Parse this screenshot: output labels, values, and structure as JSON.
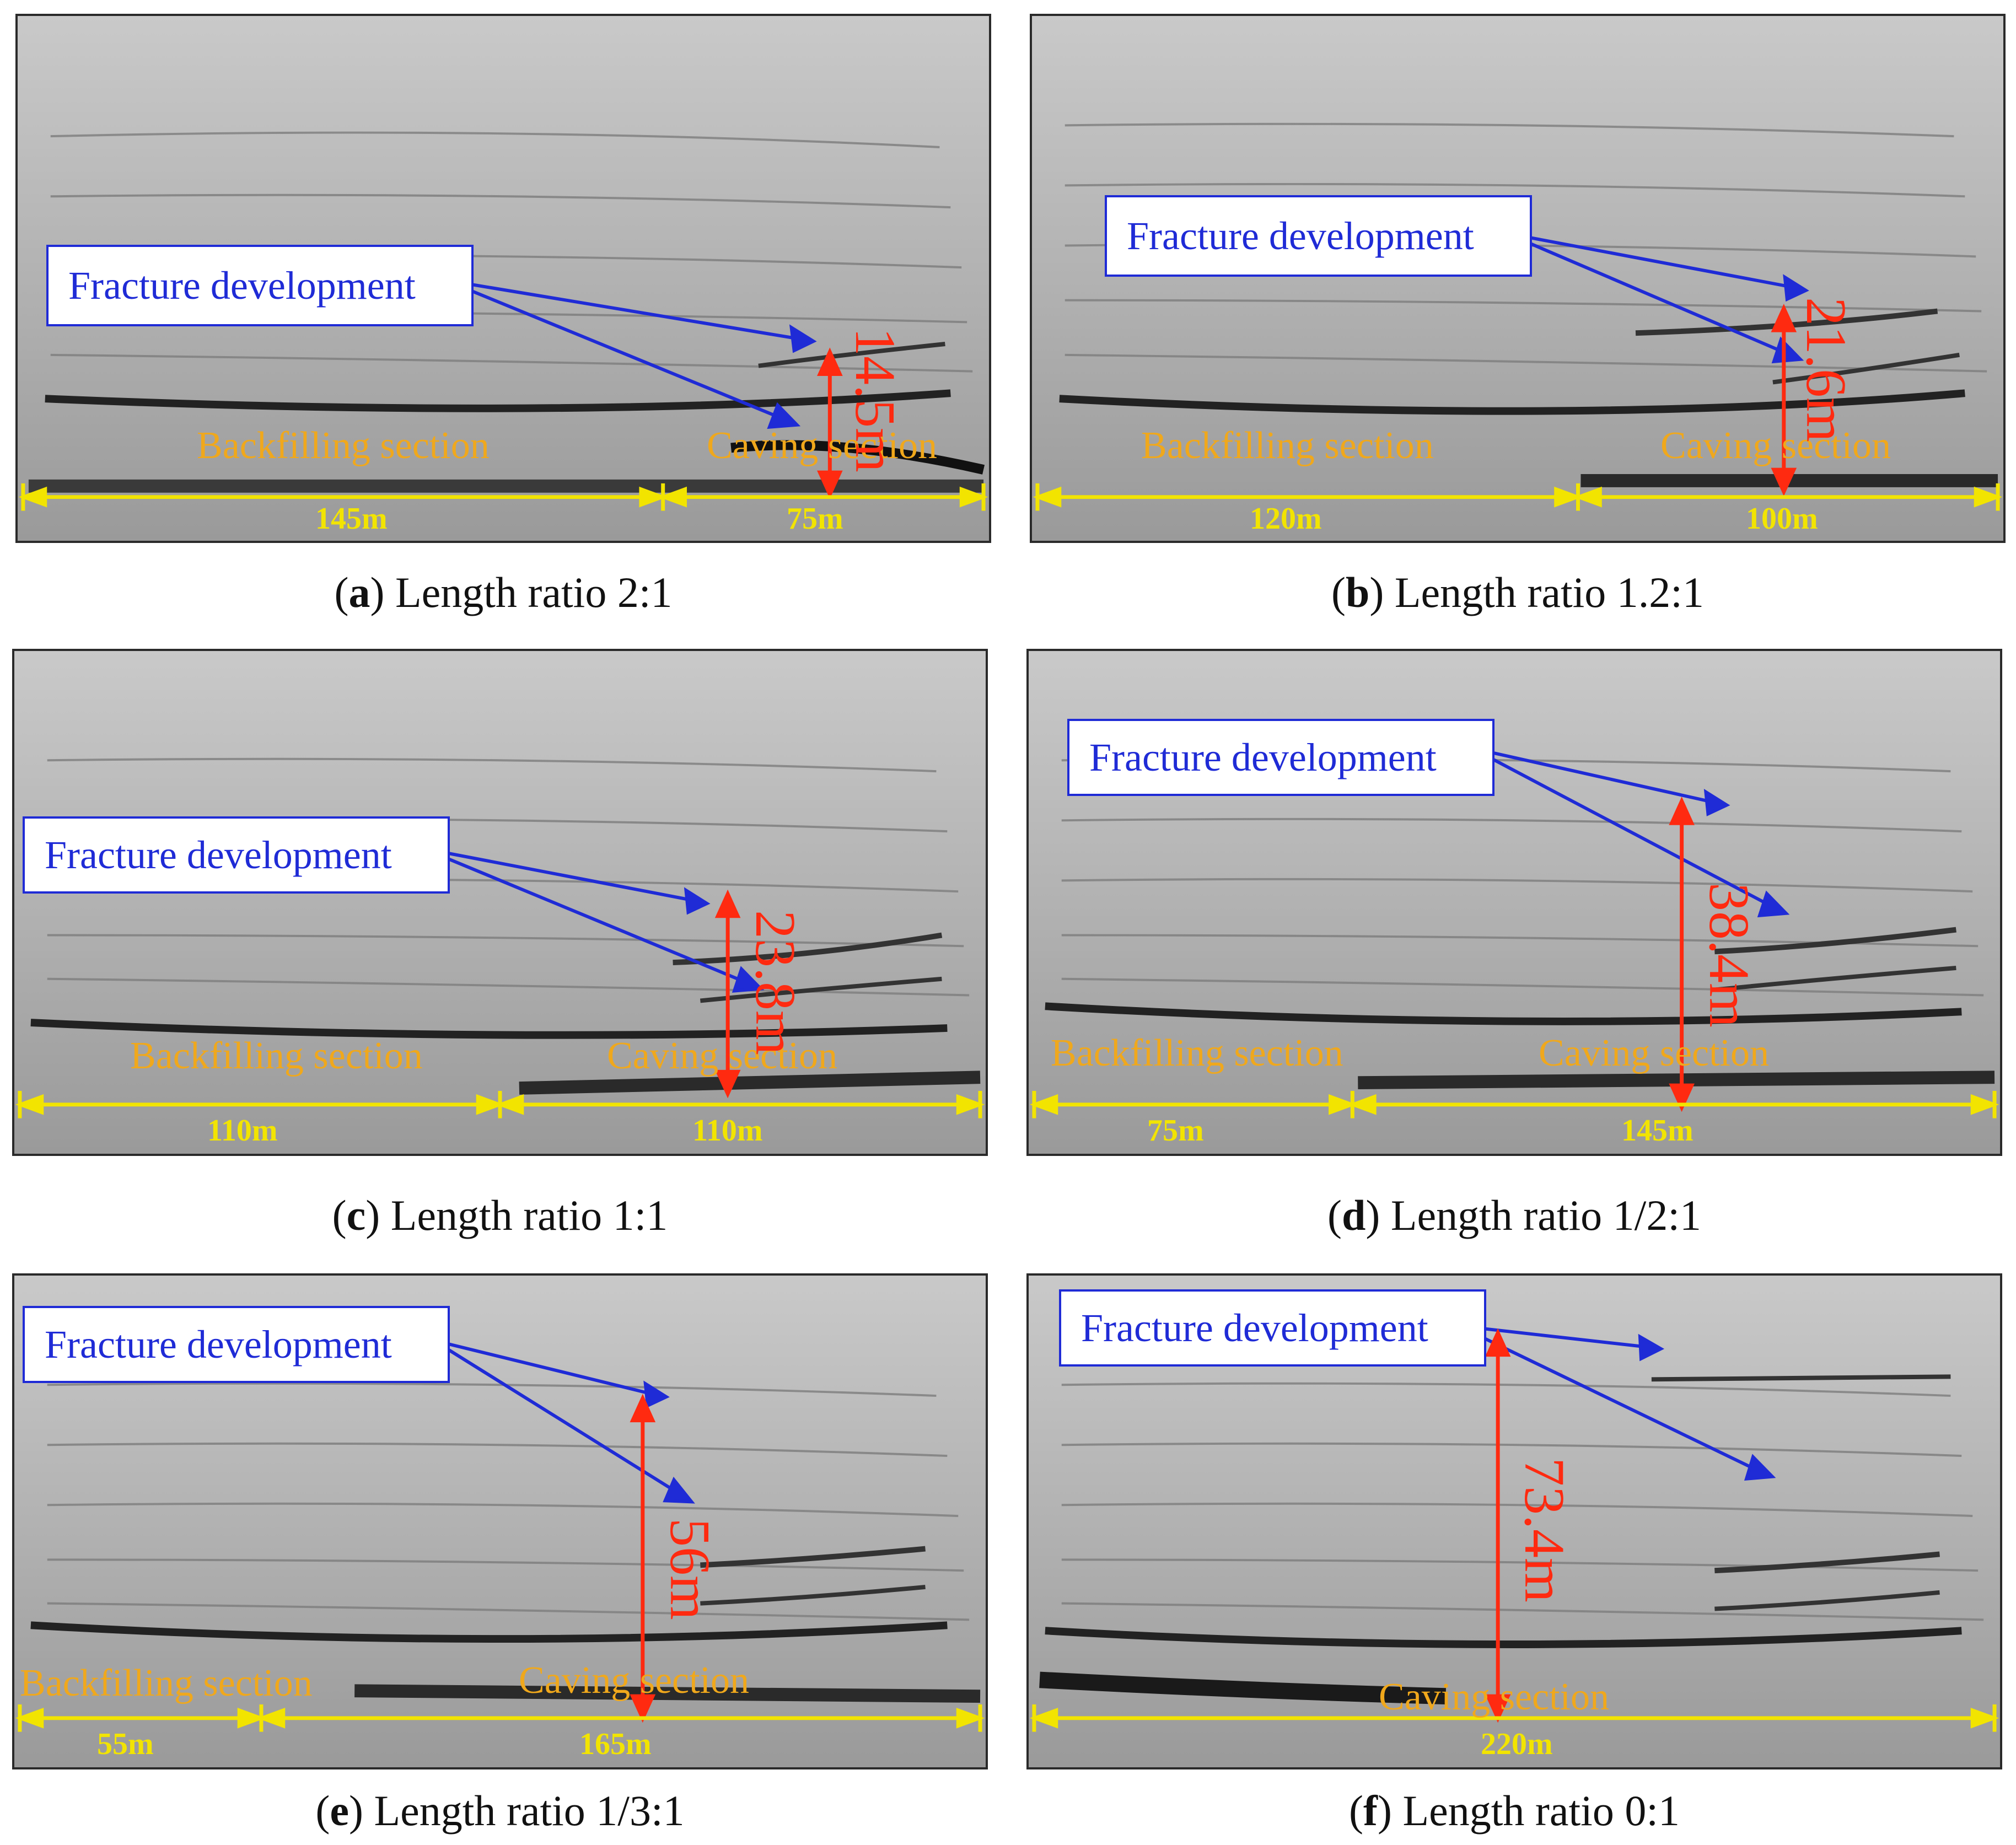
{
  "figure": {
    "panels": [
      {
        "id": "a",
        "caption_letter": "a",
        "caption_text": "Length ratio 2:1",
        "label": "Fracture development",
        "backfill_label": "Backfilling section",
        "caving_label": "Caving section",
        "backfill_length": "145m",
        "caving_length": "75m",
        "fracture_height": "14.5m"
      },
      {
        "id": "b",
        "caption_letter": "b",
        "caption_text": "Length ratio 1.2:1",
        "label": "Fracture development",
        "backfill_label": "Backfilling section",
        "caving_label": "Caving section",
        "backfill_length": "120m",
        "caving_length": "100m",
        "fracture_height": "21.6m"
      },
      {
        "id": "c",
        "caption_letter": "c",
        "caption_text": "Length ratio 1:1",
        "label": "Fracture development",
        "backfill_label": "Backfilling section",
        "caving_label": "Caving section",
        "backfill_length": "110m",
        "caving_length": "110m",
        "fracture_height": "23.8m"
      },
      {
        "id": "d",
        "caption_letter": "d",
        "caption_text": "Length ratio 1/2:1",
        "label": "Fracture development",
        "backfill_label": "Backfilling section",
        "caving_label": "Caving section",
        "backfill_length": "75m",
        "caving_length": "145m",
        "fracture_height": "38.4m"
      },
      {
        "id": "e",
        "caption_letter": "e",
        "caption_text": "Length ratio 1/3:1",
        "label": "Fracture development",
        "backfill_label": "Backfilling section",
        "caving_label": "Caving section",
        "backfill_length": "55m",
        "caving_length": "165m",
        "fracture_height": "56m"
      },
      {
        "id": "f",
        "caption_letter": "f",
        "caption_text": "Length ratio 0:1",
        "label": "Fracture development",
        "backfill_label": "",
        "caving_label": "Caving section",
        "backfill_length": "",
        "caving_length": "220m",
        "fracture_height": "73.4m"
      }
    ],
    "colors": {
      "label": "#1f2bd6",
      "section": "#f0a81c",
      "dimension": "#f2e400",
      "height": "#ff2a10"
    }
  }
}
